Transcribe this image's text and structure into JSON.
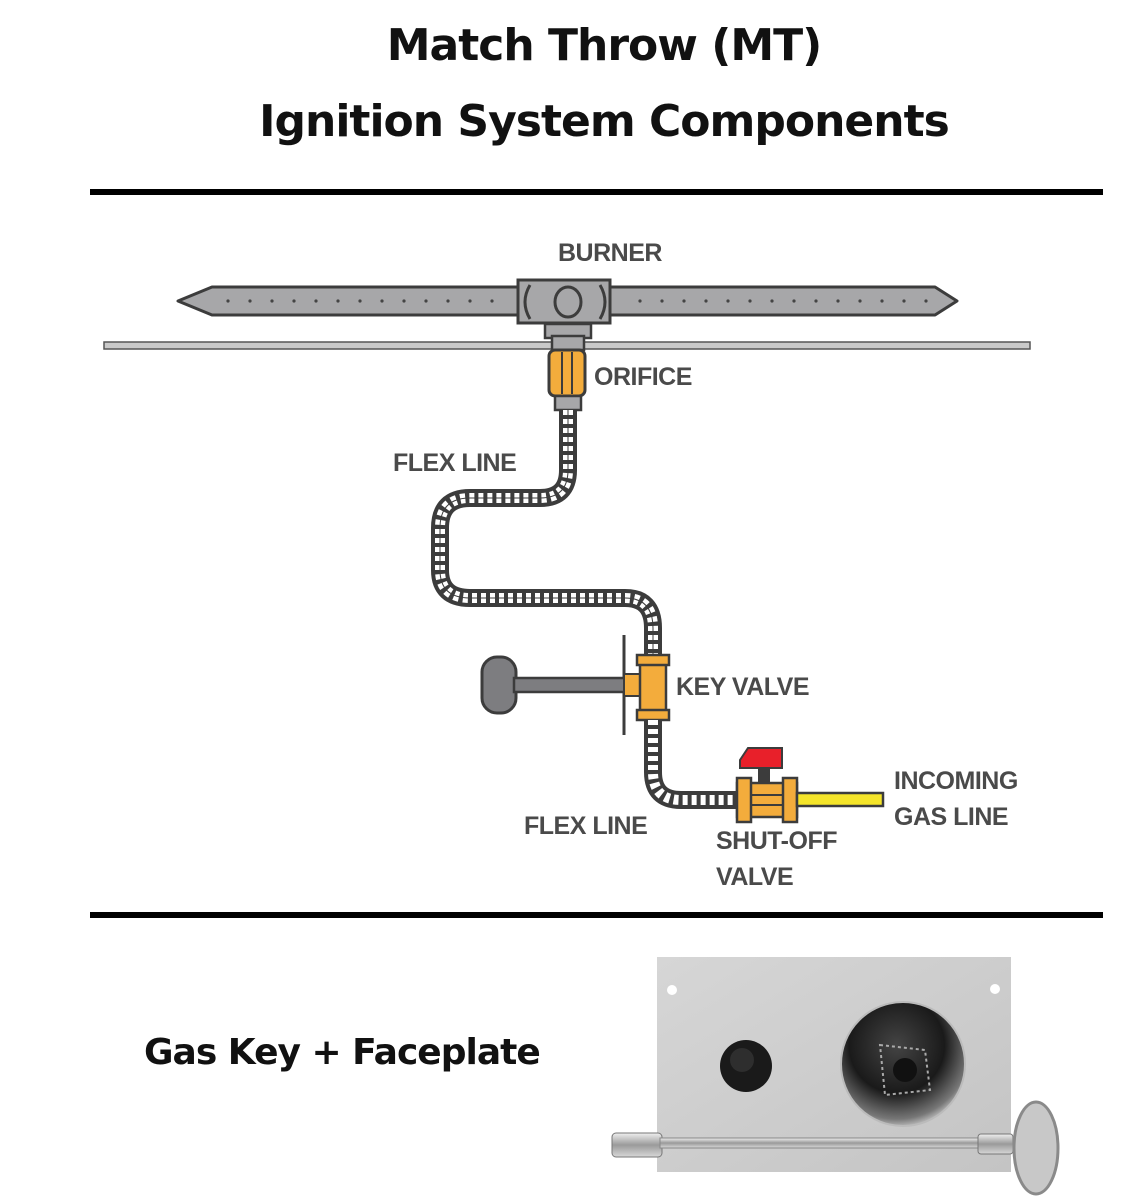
{
  "title": {
    "line1": "Match Throw (MT)",
    "line2": "Ignition System Components"
  },
  "diagram": {
    "labels": {
      "burner": "BURNER",
      "orifice": "ORIFICE",
      "flex_line_upper": "FLEX LINE",
      "key_valve": "KEY VALVE",
      "flex_line_lower": "FLEX LINE",
      "shutoff_valve_1": "SHUT-OFF",
      "shutoff_valve_2": "VALVE",
      "incoming_gas_1": "INCOMING",
      "incoming_gas_2": "GAS LINE"
    },
    "colors": {
      "metal": "#a7a7a9",
      "outline": "#3c3c3c",
      "brass": "#f3ac3c",
      "handle_red": "#e8202a",
      "gas_line": "#f5e52a"
    }
  },
  "product": {
    "label": "Gas Key + Faceplate"
  }
}
